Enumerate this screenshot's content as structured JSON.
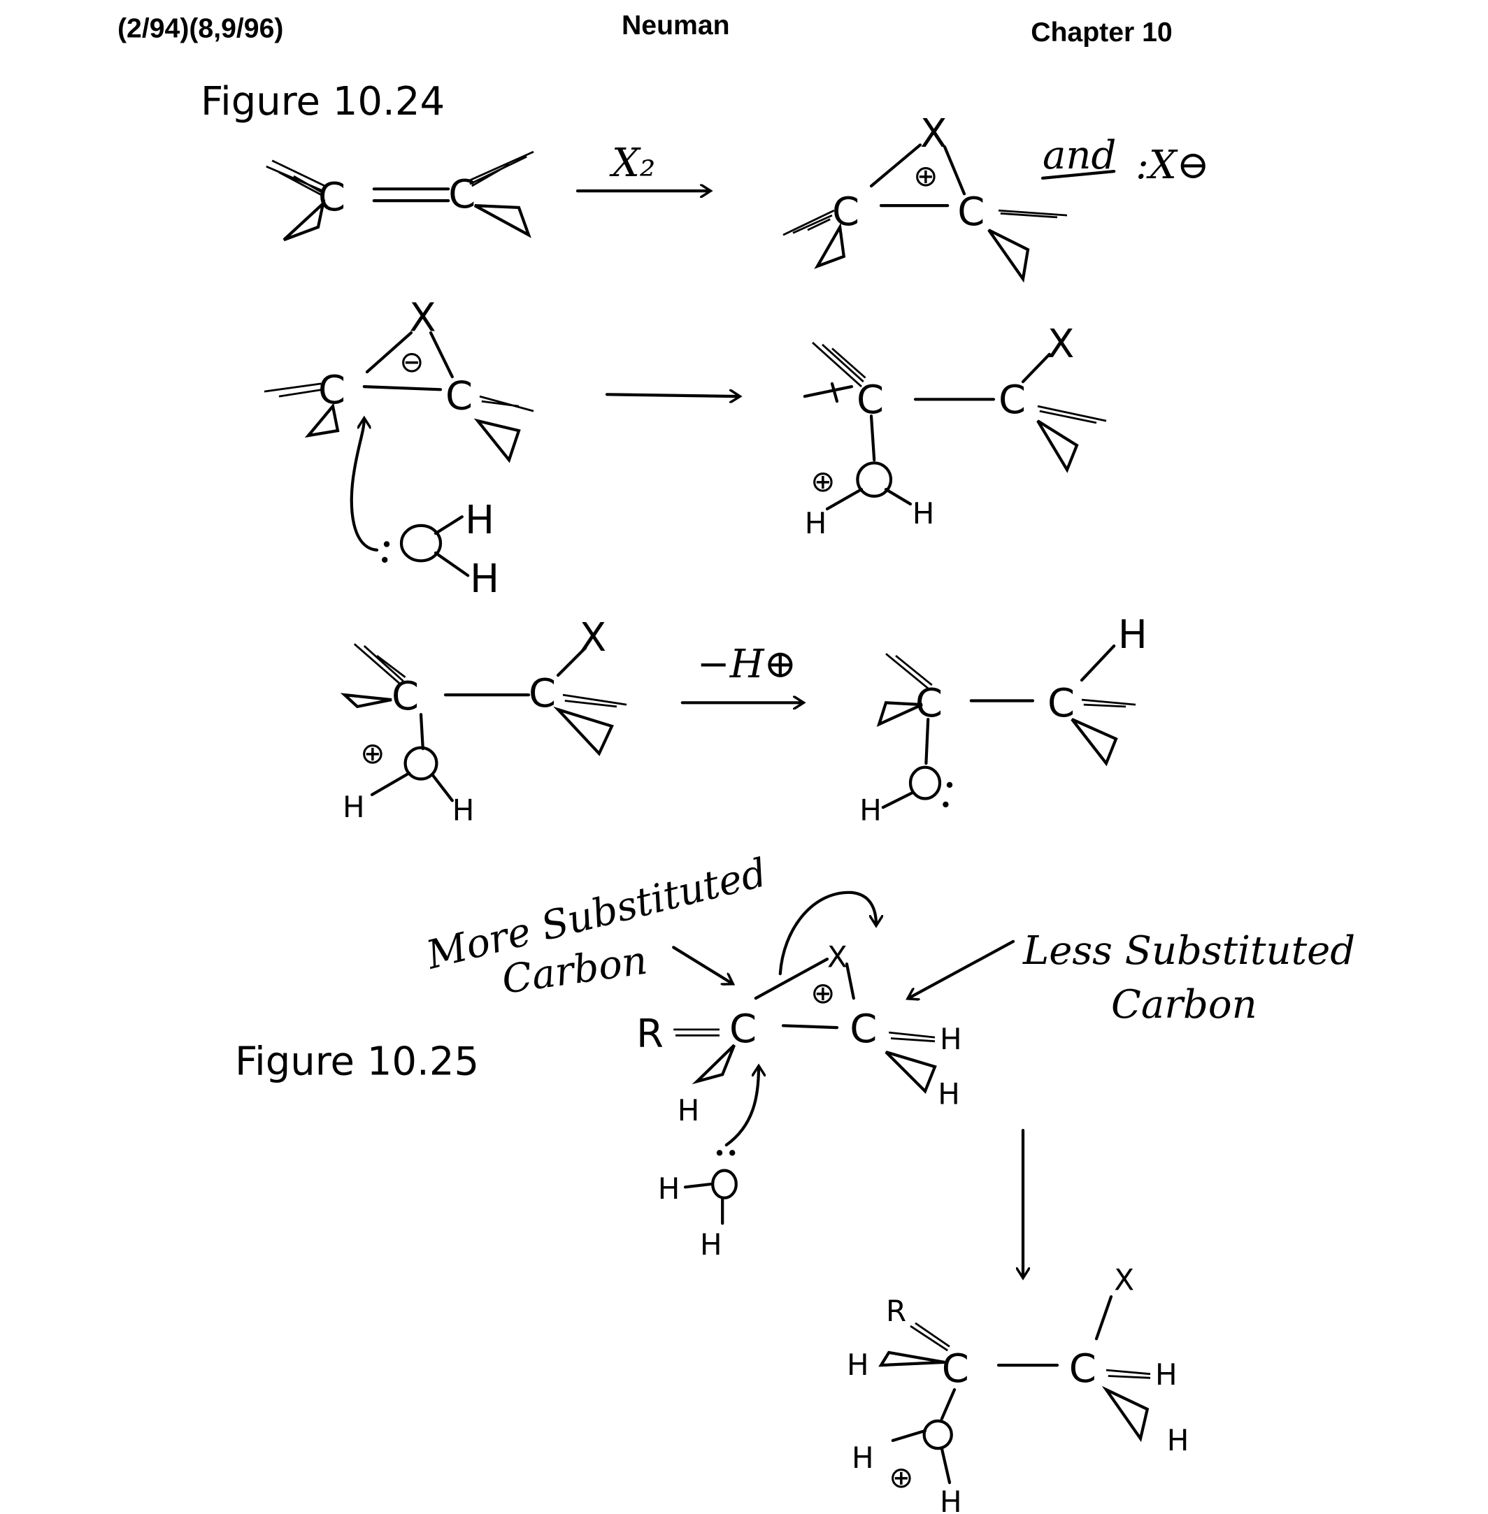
{
  "header": {
    "revision": "(2/94)(8,9/96)",
    "author": "Neuman",
    "chapter": "Chapter 10"
  },
  "figures": {
    "fig_10_24": "Figure 10.24",
    "fig_10_25": "Figure 10.25"
  },
  "atoms": {
    "C": "C",
    "H": "H",
    "X": "X",
    "O": "O",
    "R": "R"
  },
  "annotations": {
    "reagent_x2": "X₂",
    "and": "and",
    "halide_anion": ":X⊖",
    "minus_proton": "−H⊕",
    "plus_charge": "⊕",
    "minus_charge": "⊖",
    "more_substituted_1": "More Substituted",
    "more_substituted_2": "Carbon",
    "less_substituted_1": "Less Substituted",
    "less_substituted_2": "Carbon"
  }
}
